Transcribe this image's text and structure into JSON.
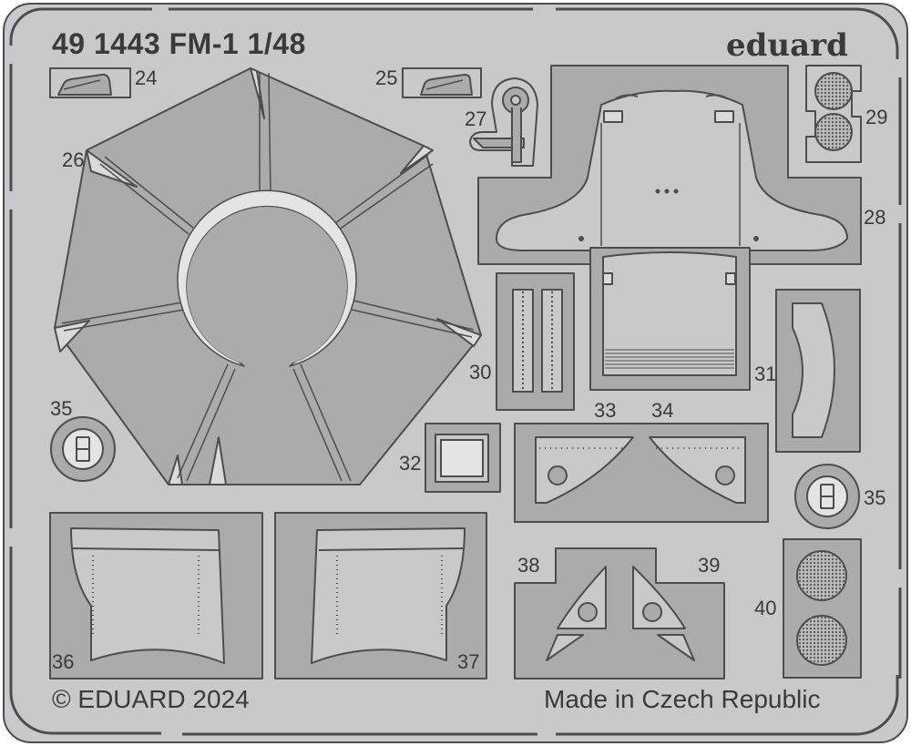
{
  "sheet": {
    "title": "49 1443 FM-1 1/48",
    "brand": "eduard",
    "copyright": "© EDUARD 2024",
    "origin": "Made in Czech Republic"
  },
  "colors": {
    "fret": "#c7c9cb",
    "part": "#a9abad",
    "etched": "#b6b8ba",
    "outline": "#4d4d4d",
    "text": "#3a3a3a"
  },
  "parts": [
    {
      "number": "24",
      "name": "part-24"
    },
    {
      "number": "25",
      "name": "part-25"
    },
    {
      "number": "26",
      "name": "part-26"
    },
    {
      "number": "27",
      "name": "part-27"
    },
    {
      "number": "28",
      "name": "part-28"
    },
    {
      "number": "29",
      "name": "part-29"
    },
    {
      "number": "30",
      "name": "part-30"
    },
    {
      "number": "31",
      "name": "part-31"
    },
    {
      "number": "32",
      "name": "part-32"
    },
    {
      "number": "33",
      "name": "part-33"
    },
    {
      "number": "34",
      "name": "part-34"
    },
    {
      "number": "35",
      "name": "part-35-left"
    },
    {
      "number": "35",
      "name": "part-35-right"
    },
    {
      "number": "36",
      "name": "part-36"
    },
    {
      "number": "37",
      "name": "part-37"
    },
    {
      "number": "38",
      "name": "part-38"
    },
    {
      "number": "39",
      "name": "part-39"
    },
    {
      "number": "40",
      "name": "part-40"
    }
  ]
}
